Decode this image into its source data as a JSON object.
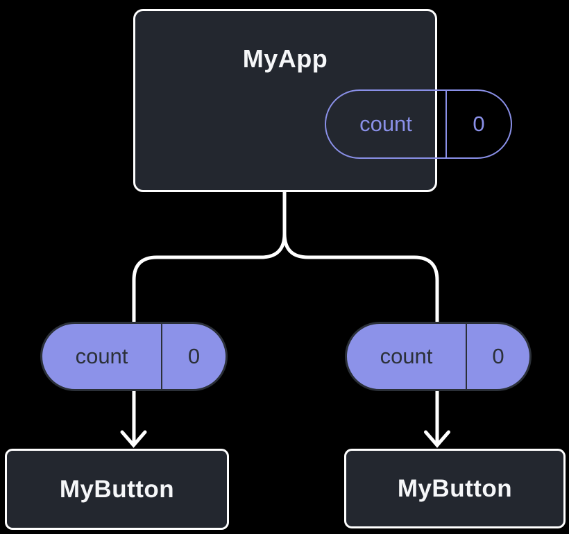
{
  "diagram": {
    "background_color": "#000000",
    "colors": {
      "node_background": "#23272F",
      "node_border": "#FFFFFF",
      "node_text": "#F6F7F9",
      "state_pill_outline": "#8A90E8",
      "prop_pill_fill": "#8C92E9",
      "prop_pill_text": "#2B3038",
      "connector": "#FFFFFF"
    },
    "root": {
      "title": "MyApp",
      "state": {
        "name": "count",
        "value": "0"
      }
    },
    "props": [
      {
        "name": "count",
        "value": "0"
      },
      {
        "name": "count",
        "value": "0"
      }
    ],
    "children": [
      {
        "title": "MyButton"
      },
      {
        "title": "MyButton"
      }
    ]
  }
}
